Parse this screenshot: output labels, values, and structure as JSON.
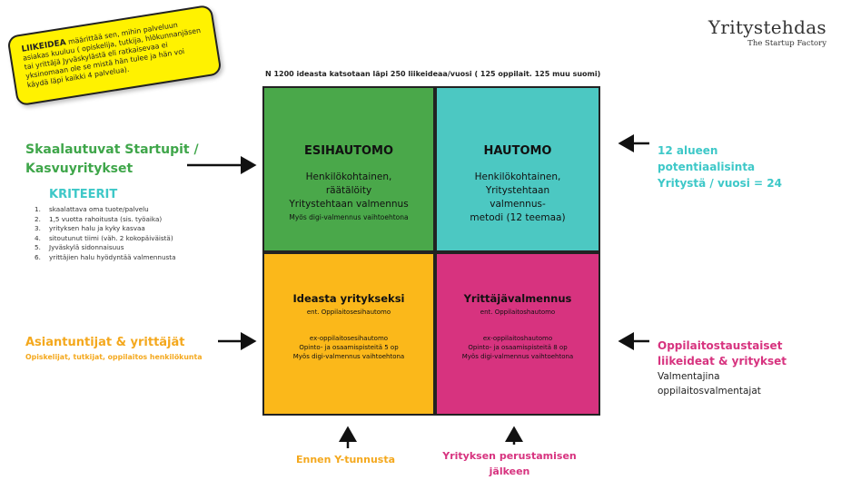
{
  "note": {
    "keyword": "LIIKEIDEA",
    "text": "määrittää sen, mihin palveluun asiakas kuuluu ( opiskelija, tutkija, hlökunnanjäsen tai yrittäjä Jyväskylästä eli ratkaisevaa ei yksinomaan ole se mistä hän tulee ja hän voi käydä läpi kaikki 4 palvelua)."
  },
  "brand": {
    "title": "Yritystehdas",
    "subtitle": "The Startup Factory"
  },
  "header": "N 1200 ideasta katsotaan läpi  250 liikeideaa/vuosi ( 125 oppilait. 125 muu suomi)",
  "quadrants": {
    "top_left": {
      "title": "ESIHAUTOMO",
      "lines": [
        "Henkilökohtainen,",
        "räätälöity",
        "Yritystehtaan valmennus"
      ],
      "note": "Myös digi-valmennus vaihtoehtona"
    },
    "top_right": {
      "title": "HAUTOMO",
      "lines": [
        "Henkilökohtainen,",
        "Yritystehtaan",
        "valmennus-",
        "metodi (12 teemaa)"
      ]
    },
    "bottom_left": {
      "title": "Ideasta yritykseksi",
      "subtitle": "ent. Oppilaitosesihautomo",
      "lines": [
        "ex-oppilaitosesihautomo",
        "Opinto- ja osaamispisteitä 5 op",
        "Myös digi-valmennus vaihtoehtona"
      ]
    },
    "bottom_right": {
      "title": "Yrittäjävalmennus",
      "subtitle": "ent. Oppilaitoshautomo",
      "lines": [
        "ex-oppilaitoshautomo",
        "Opinto- ja osaamispisteitä 8 op",
        "Myös digi-valmennus vaihtoehtona"
      ]
    }
  },
  "left": {
    "title_lines": [
      "Skaalautuvat Startupit /",
      "Kasvuyritykset"
    ],
    "criteria_title": "KRITEERIT",
    "criteria": [
      {
        "num": "1.",
        "text": "skaalattava oma tuote/palvelu"
      },
      {
        "num": "2.",
        "text": "1,5 vuotta rahoitusta (sis. työaika)"
      },
      {
        "num": "3.",
        "text": "yrityksen halu ja kyky kasvaa"
      },
      {
        "num": "4.",
        "text": "sitoutunut tiimi (väh. 2 kokopäiväistä)"
      },
      {
        "num": "5.",
        "text": "Jyväskylä sidonnaisuus"
      },
      {
        "num": "6.",
        "text": "yrittäjien halu hyödyntää valmennusta"
      }
    ],
    "asiant_title": "Asiantuntijat  & yrittäjät",
    "asiant_sub": "Opiskelijat, tutkijat, oppilaitos henkilökunta"
  },
  "right": {
    "top_lines": [
      "12 alueen",
      "potentiaalisinta",
      "Yritystä / vuosi = 24"
    ],
    "bottom_title_lines": [
      "Oppilaitostaustaiset",
      "liikeideat & yritykset"
    ],
    "bottom_sub_lines": [
      "Valmentajina",
      "oppilaitosvalmentajat"
    ]
  },
  "bottom": {
    "left": "Ennen Y-tunnusta",
    "right_lines": [
      "Yrityksen perustamisen",
      "jälkeen"
    ]
  },
  "colors": {
    "green": "#4aa84a",
    "teal": "#4cc8c2",
    "orange": "#fbb81a",
    "magenta": "#d7337f",
    "note_yellow": "#fff200"
  }
}
